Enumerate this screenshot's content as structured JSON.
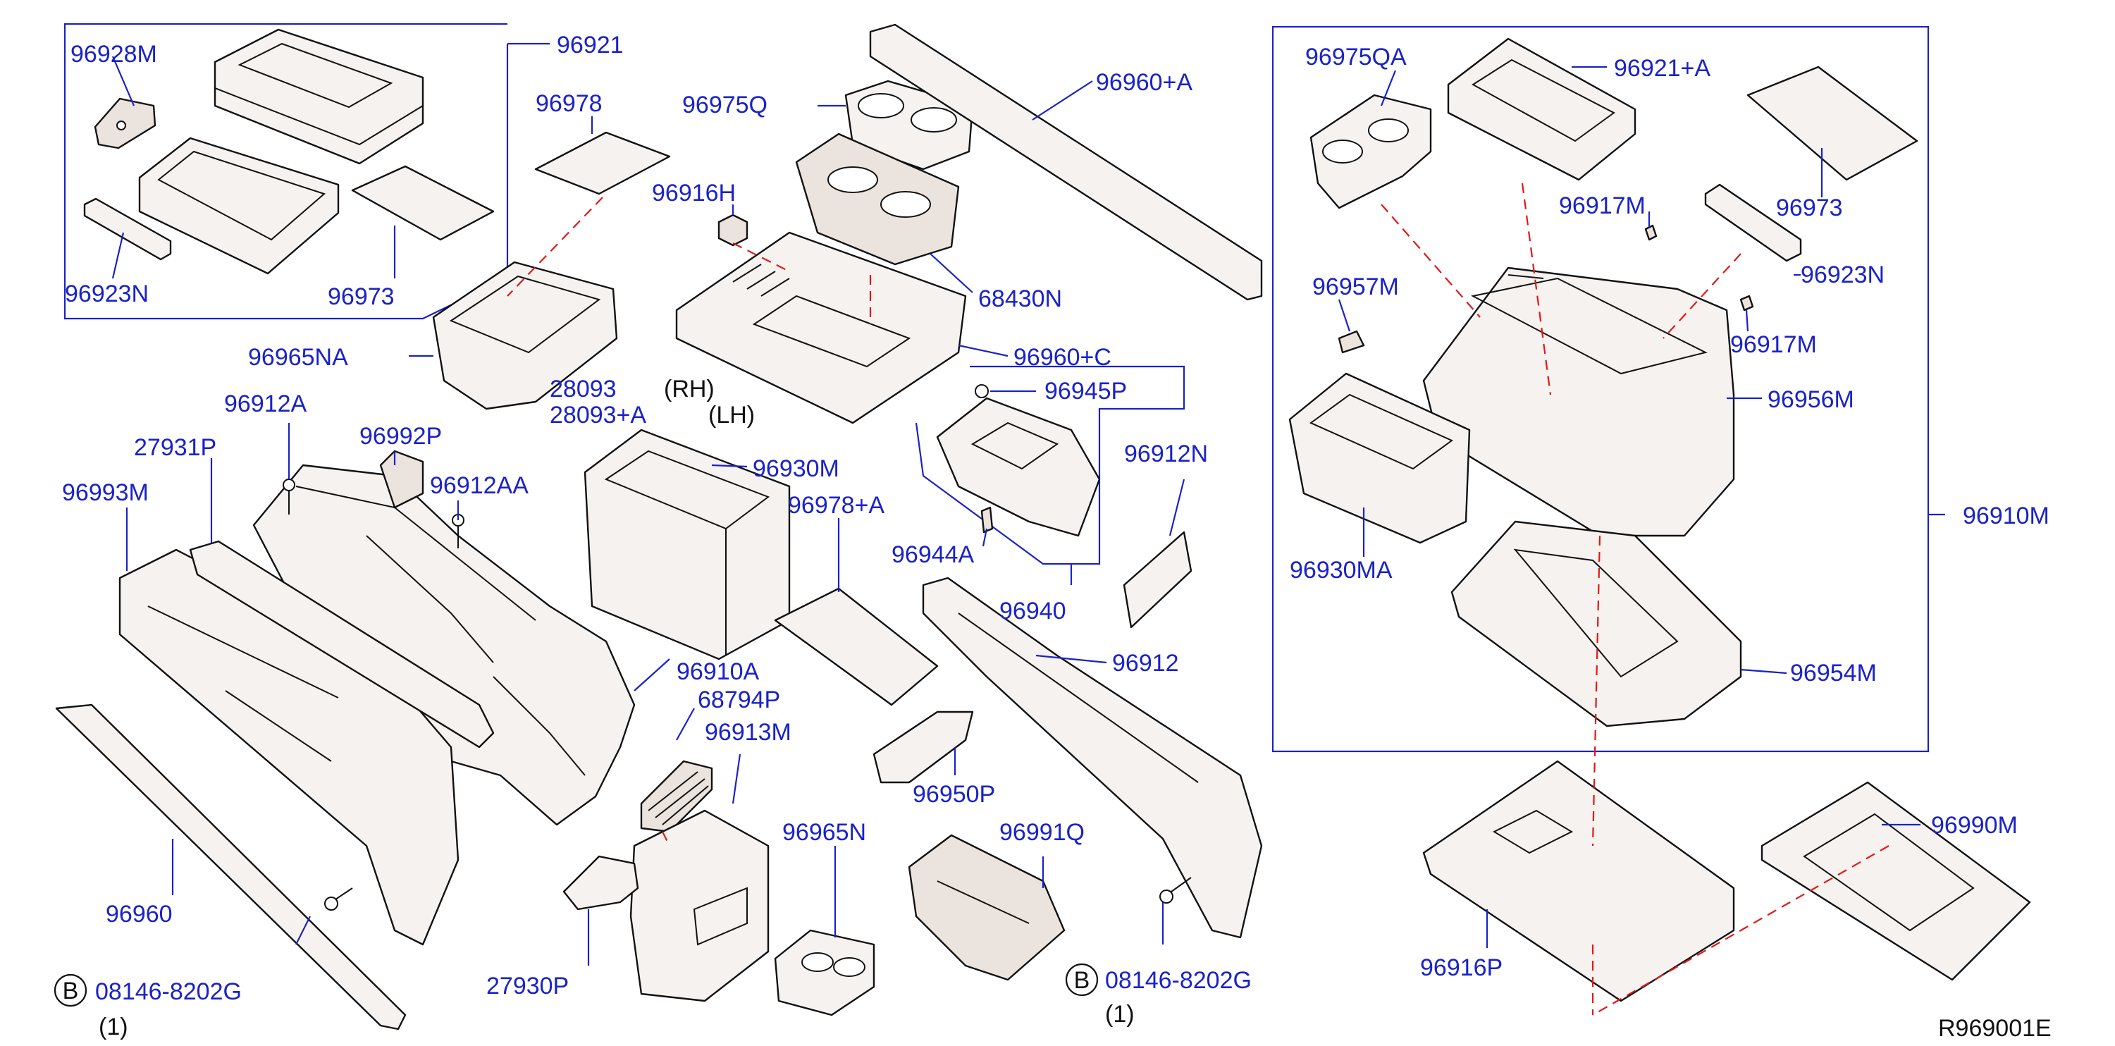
{
  "diagram_id": "R969001E",
  "colors": {
    "label": "#1a22c8",
    "leader": "#1a22c8",
    "dashed_link": "#e01818",
    "part_stroke": "#111111",
    "part_fill": "#f6f2ef"
  },
  "labels": {
    "p96921": "96921",
    "p96928M": "96928M",
    "p96978": "96978",
    "p96923N_left": "96923N",
    "p96973_left": "96973",
    "p96965NA": "96965NA",
    "p96912A": "96912A",
    "p27931P": "27931P",
    "p96992P": "96992P",
    "p96993M": "96993M",
    "p96912AA": "96912AA",
    "p96960": "96960",
    "p08146_left": "08146-8202G",
    "p27930P": "27930P",
    "p96975Q": "96975Q",
    "p96960A": "96960+A",
    "p96916H": "96916H",
    "p68430N": "68430N",
    "p96960C": "96960+C",
    "p28093": "28093",
    "p28093A": "28093+A",
    "rh": "(RH)",
    "lh": "(LH)",
    "p96930M": "96930M",
    "p96978A": "96978+A",
    "p96910A": "96910A",
    "p68794P": "68794P",
    "p96913M": "96913M",
    "p96965N": "96965N",
    "p96950P": "96950P",
    "p96945P": "96945P",
    "p96912N": "96912N",
    "p96944A": "96944A",
    "p96940": "96940",
    "p96912": "96912",
    "p96991Q": "96991Q",
    "p08146_right": "08146-8202G",
    "p96975QA": "96975QA",
    "p96921A": "96921+A",
    "p96973_right": "96973",
    "p96917M_top": "96917M",
    "p96923N_right": "96923N",
    "p96957M": "96957M",
    "p96917M_bot": "96917M",
    "p96956M": "96956M",
    "p96910M": "96910M",
    "p96930MA": "96930MA",
    "p96954M": "96954M",
    "p96990M": "96990M",
    "p96916P": "96916P",
    "qty_left": "(1)",
    "qty_right": "(1)",
    "bolt_symbol": "B",
    "ref_code": "R969001E"
  }
}
